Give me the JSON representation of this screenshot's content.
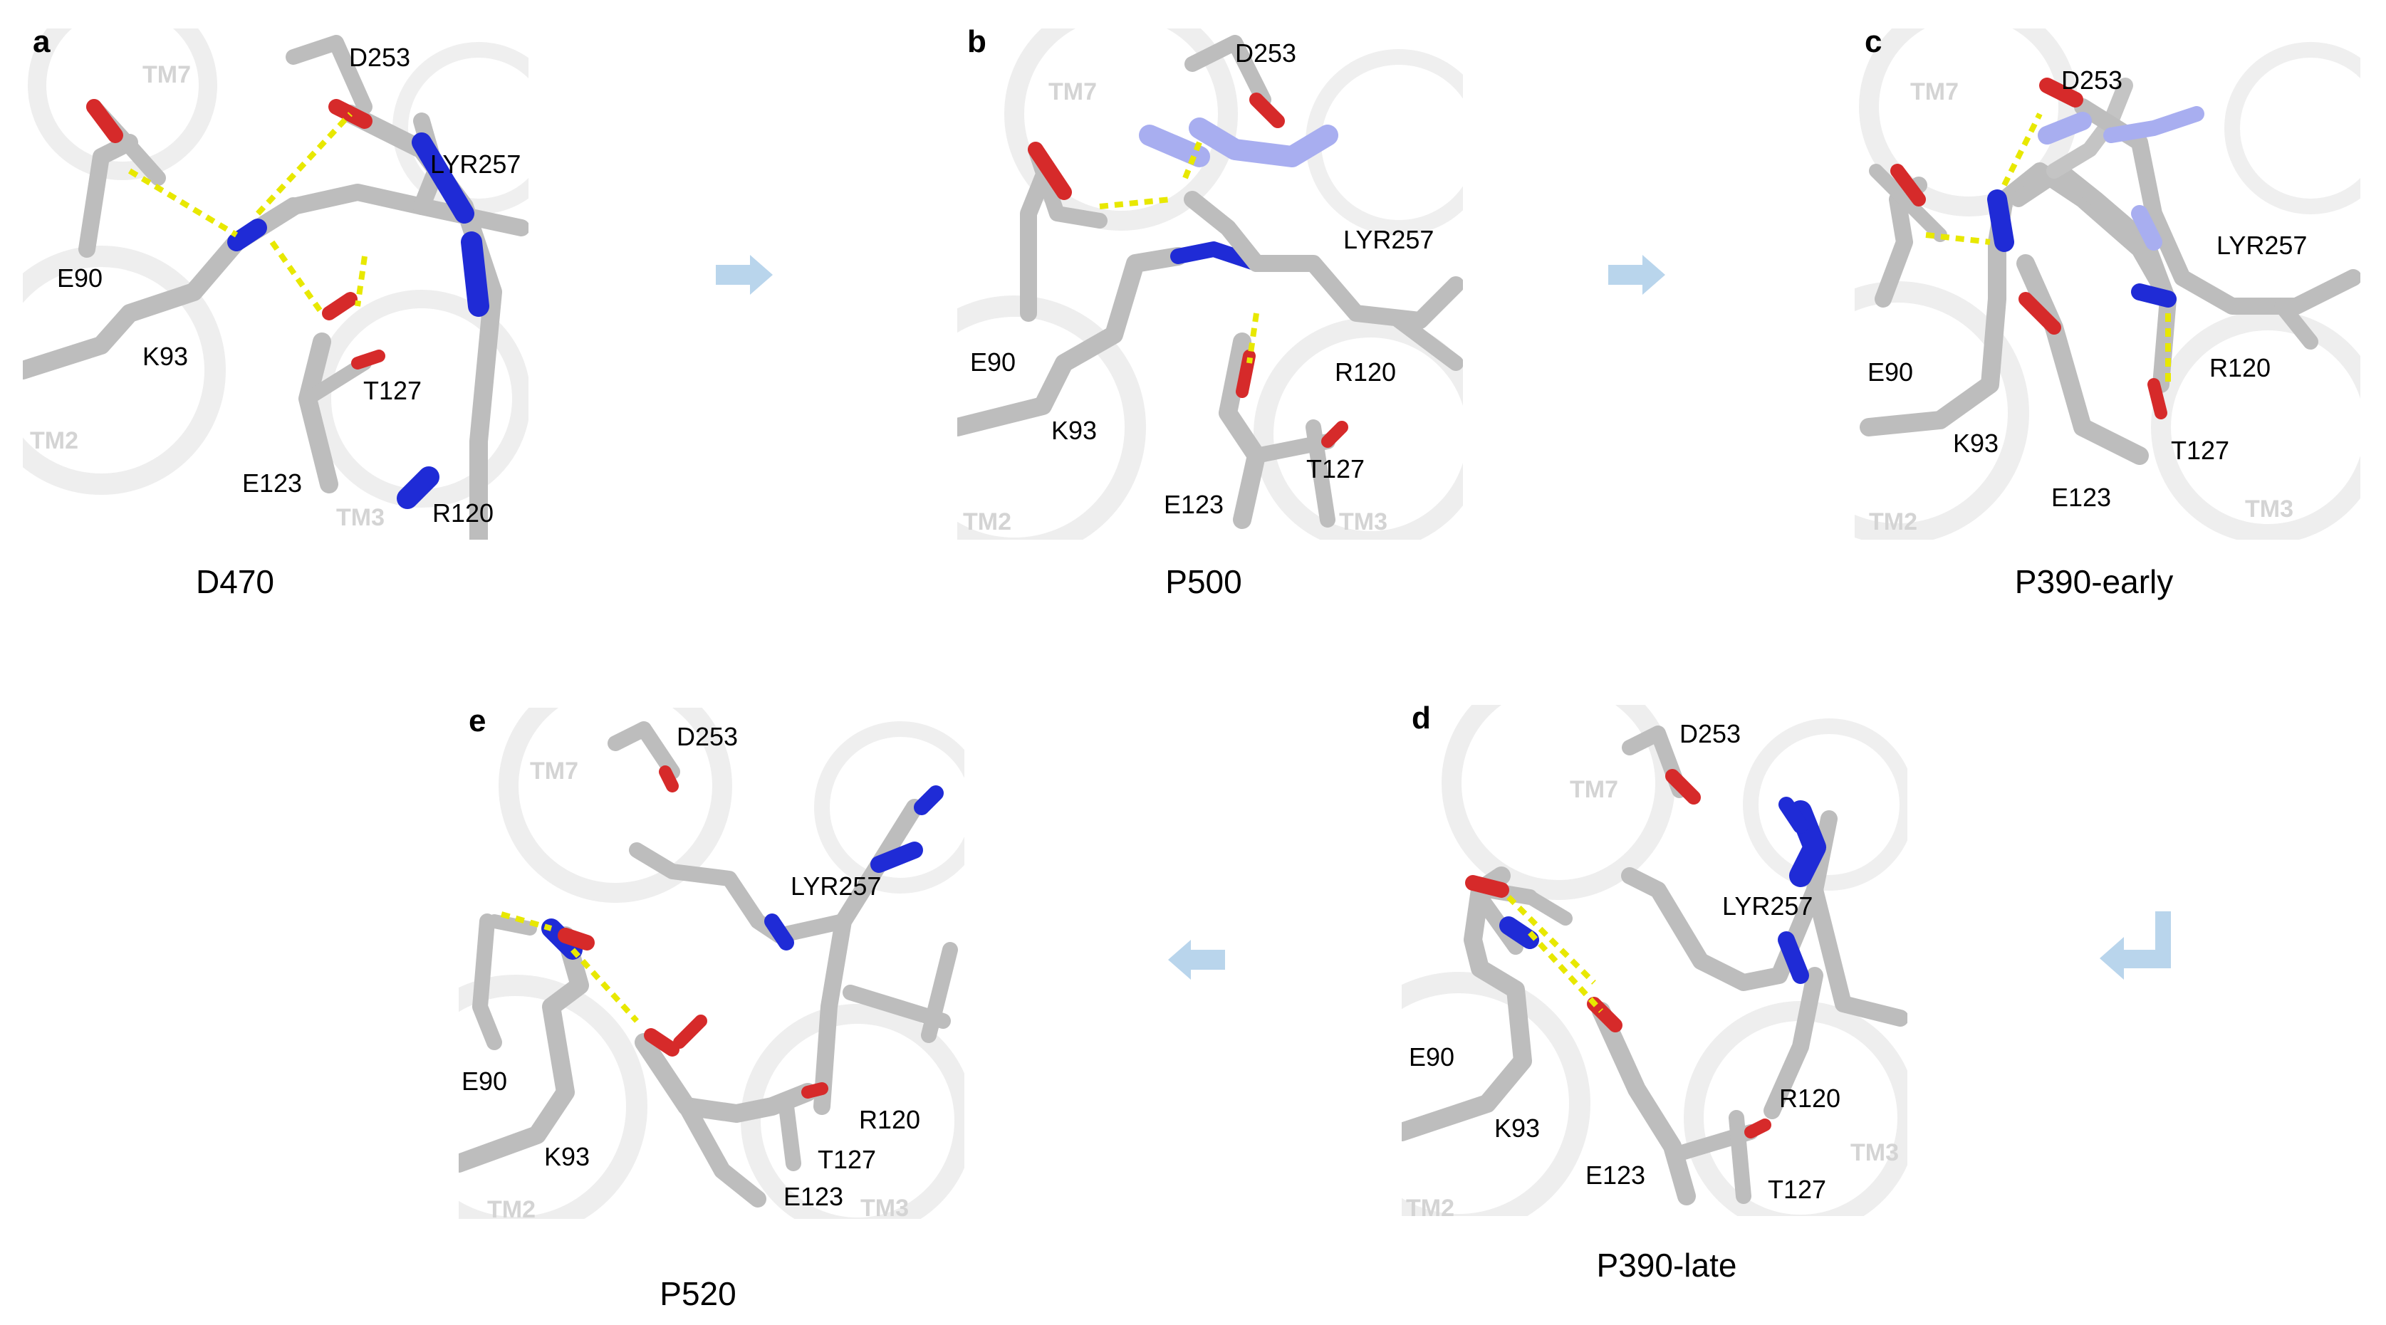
{
  "panels": [
    {
      "letter": "a",
      "caption": "D470",
      "labels": [
        "D253",
        "LYR257",
        "E90",
        "K93",
        "T127",
        "E123",
        "R120"
      ],
      "tm": [
        "TM7",
        "TM2",
        "TM3"
      ]
    },
    {
      "letter": "b",
      "caption": "P500",
      "labels": [
        "D253",
        "LYR257",
        "E90",
        "K93",
        "R120",
        "T127",
        "E123"
      ],
      "tm": [
        "TM7",
        "TM2",
        "TM3"
      ]
    },
    {
      "letter": "c",
      "caption": "P390-early",
      "labels": [
        "D253",
        "LYR257",
        "E90",
        "K93",
        "R120",
        "T127",
        "E123"
      ],
      "tm": [
        "TM7",
        "TM2",
        "TM3"
      ]
    },
    {
      "letter": "d",
      "caption": "P390-late",
      "labels": [
        "D253",
        "LYR257",
        "E90",
        "K93",
        "R120",
        "E123",
        "T127"
      ],
      "tm": [
        "TM7",
        "TM2",
        "TM3"
      ]
    },
    {
      "letter": "e",
      "caption": "P520",
      "labels": [
        "D253",
        "LYR257",
        "E90",
        "K93",
        "R120",
        "T127",
        "E123"
      ],
      "tm": [
        "TM7",
        "TM2",
        "TM3"
      ]
    }
  ],
  "colors": {
    "carbon": "#bdbdbd",
    "nitrogen": "#1f2bd6",
    "oxygen": "#d62a2a",
    "hbond": "#e8e800",
    "helix": "#ececec",
    "arrow": "#b9d5ec"
  }
}
